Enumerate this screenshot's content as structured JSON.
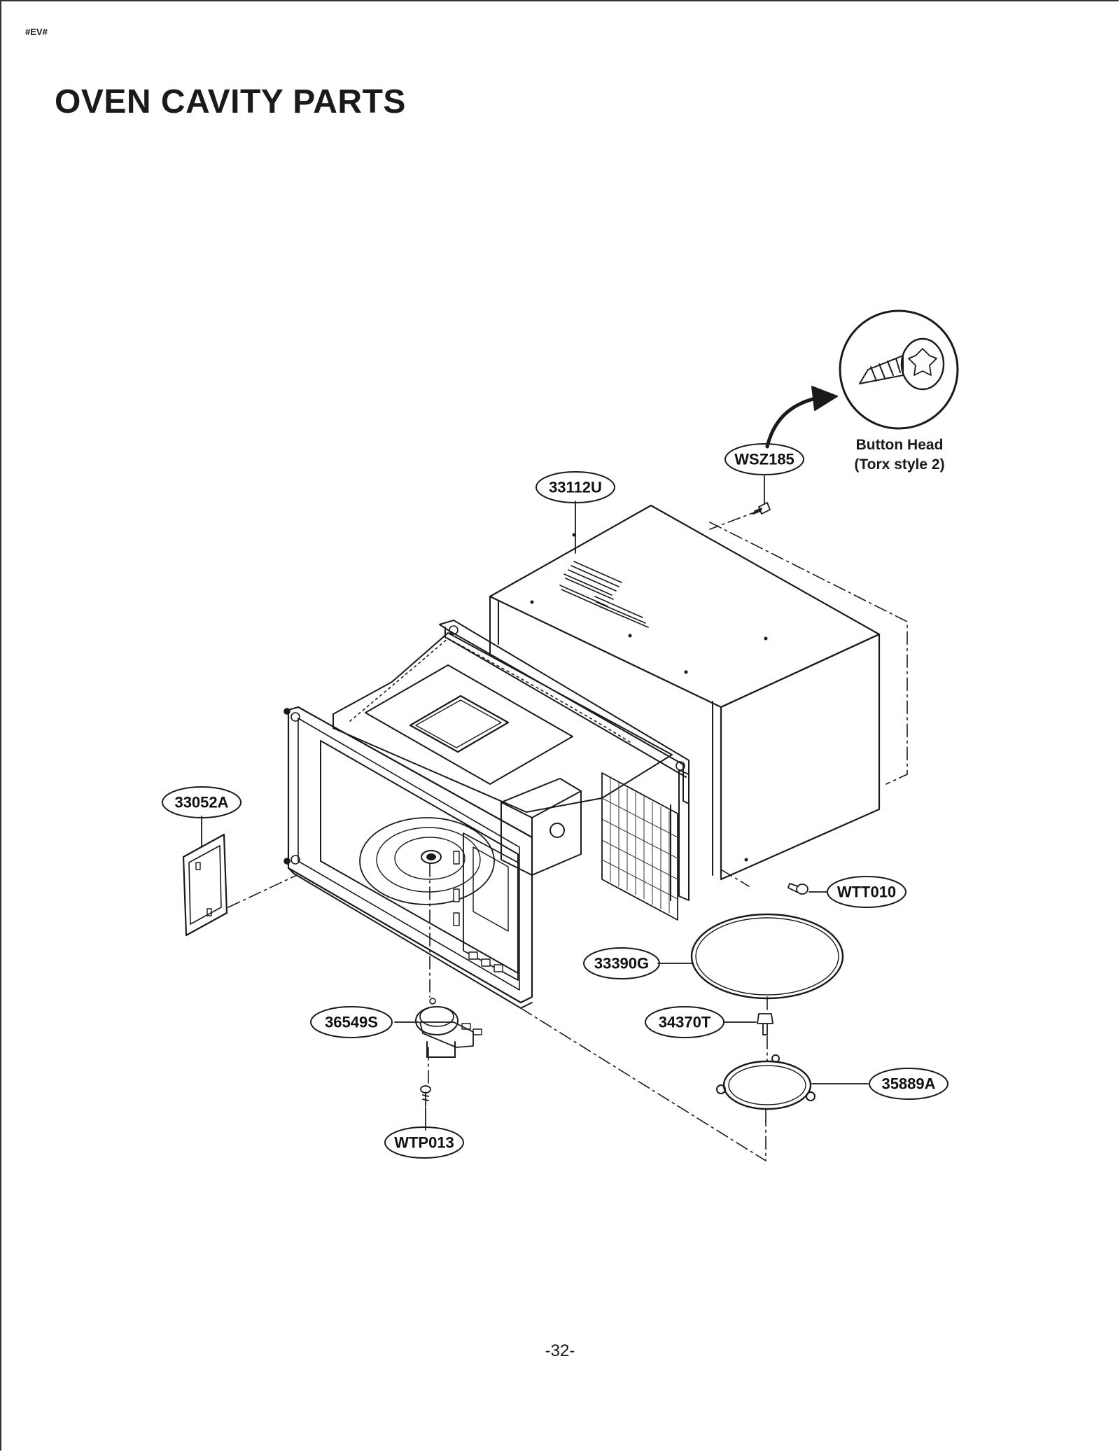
{
  "header": {
    "doc_code": "#EV#",
    "title": "OVEN CAVITY PARTS"
  },
  "footer": {
    "page_number": "-32-"
  },
  "detail": {
    "caption_line1": "Button Head",
    "caption_line2": "(Torx style 2)"
  },
  "callouts": {
    "wsz185": "WSZ185",
    "p33112u": "33112U",
    "p33052a": "33052A",
    "wtt010": "WTT010",
    "p33390g": "33390G",
    "p36549s": "36549S",
    "p34370t": "34370T",
    "p35889a": "35889A",
    "wtp013": "WTP013"
  }
}
